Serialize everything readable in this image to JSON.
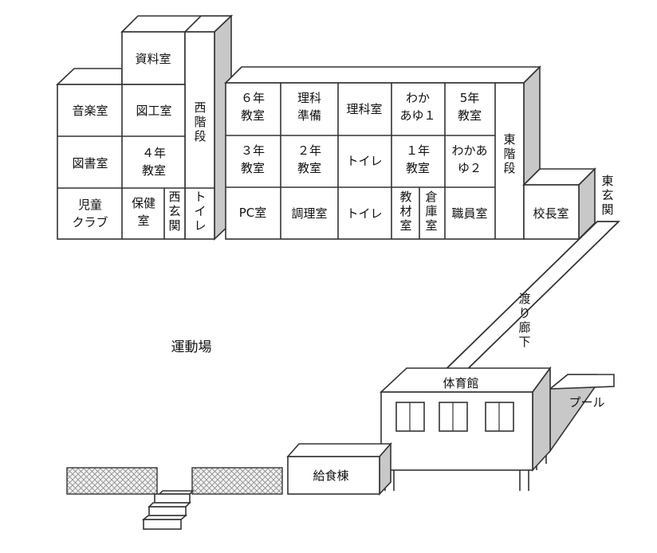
{
  "rooms": {
    "shiryoshitsu": "資料室",
    "ongakushitsu": "音楽室",
    "zukoshitsu": "図工室",
    "nishi_kaidan": "西階段",
    "toshoshitsu": "図書室",
    "yonen_kyoshitsu": "４年教室",
    "jido_club": "児童クラブ",
    "hokenshitsu": "保健室",
    "nishi_genkan": "西玄関",
    "toire_west": "トイレ",
    "rokunen_kyoshitsu": "６年教室",
    "rika_junbi": "理科準備",
    "rikashitsu": "理科室",
    "waka_ayu1": "わかあゆ１",
    "gonen_kyoshitsu": "5年教室",
    "sannen_kyoshitsu": "３年教室",
    "ninen_kyoshitsu": "２年教室",
    "toire_mid1": "トイレ",
    "ichinen_kyoshitsu": "１年教室",
    "waka_ayu2": "わかあゆ２",
    "higashi_kaidan": "東階段",
    "pc_shitsu": "PC室",
    "chorishitsu": "調理室",
    "toire_mid2": "トイレ",
    "kyozaishitsu": "教材室",
    "sokoshitsu": "倉庫室",
    "shokuinshitsu": "職員室",
    "kochoshitsu": "校長室"
  },
  "outdoor": {
    "higashi_genkan": "東玄関",
    "watari_roka": "渡り廊下",
    "undojo": "運動場",
    "taiikukan": "体育館",
    "pool": "プール",
    "kyushokuto": "給食棟"
  }
}
